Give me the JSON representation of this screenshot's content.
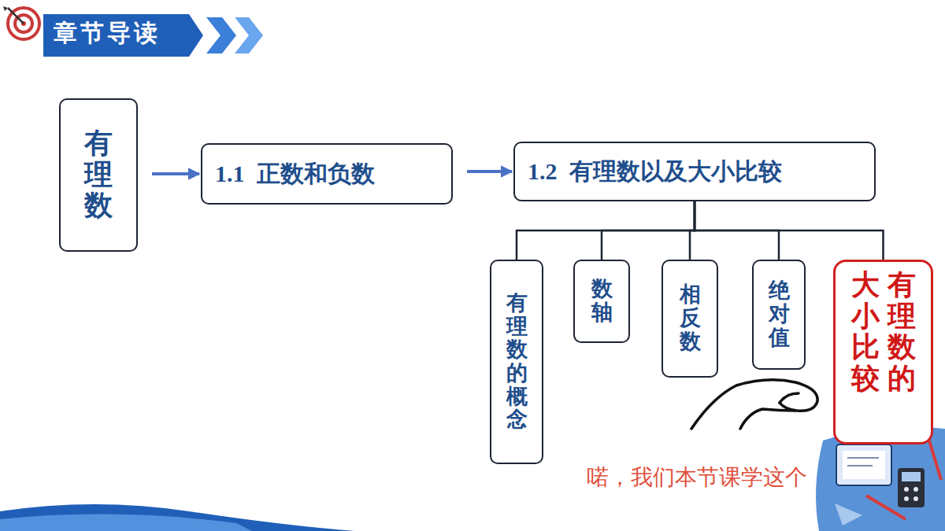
{
  "diagram": {
    "title": "章节导读",
    "nodes": [
      {
        "text": [
          "有理数"
        ]
      },
      {
        "text": [
          "1.1  正数和负数"
        ]
      },
      {
        "text": [
          "1.2  有理数以及大小比较"
        ]
      },
      {
        "text": [
          "有理数的概念"
        ]
      },
      {
        "text": [
          "数轴"
        ]
      },
      {
        "text": [
          "相反数"
        ]
      },
      {
        "text": [
          "绝对值"
        ]
      },
      {
        "text": [
          "有理数的",
          "大小比较"
        ]
      }
    ],
    "edges": [
      {
        "from": 0,
        "to": 1,
        "arrow": "to"
      },
      {
        "from": 1,
        "to": 2,
        "arrow": "to"
      },
      {
        "from": 2,
        "to": 3,
        "arrow": "none"
      },
      {
        "from": 2,
        "to": 4,
        "arrow": "none"
      },
      {
        "from": 2,
        "to": 5,
        "arrow": "none"
      },
      {
        "from": 2,
        "to": 6,
        "arrow": "none"
      },
      {
        "from": 2,
        "to": 7,
        "arrow": "none"
      }
    ],
    "labels": [
      "喏，我们本节课学这个"
    ]
  }
}
